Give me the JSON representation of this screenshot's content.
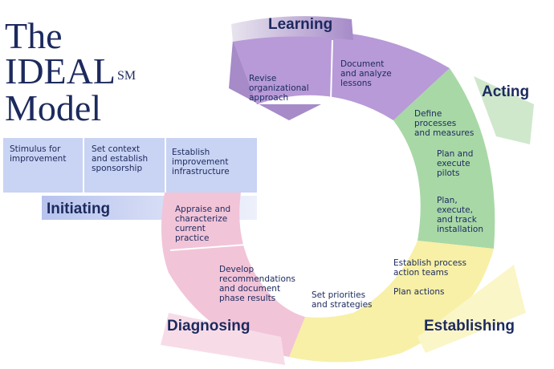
{
  "title": {
    "line1": "The",
    "line2": "IDEAL",
    "mark": "SM",
    "line3": "Model"
  },
  "colors": {
    "learning": "#bfa6da",
    "acting": "#a8d8a6",
    "establishing": "#f7f0a6",
    "diagnosing": "#f2c4d8",
    "initiating": "#c7d2f2",
    "text": "#1c2a5e"
  },
  "phases": {
    "learning": "Learning",
    "acting": "Acting",
    "establishing": "Establishing",
    "diagnosing": "Diagnosing",
    "initiating": "Initiating"
  },
  "steps": {
    "stimulus": "Stimulus for\nimprovement",
    "context": "Set context\nand establish\nsponsorship",
    "infrastructure": "Establish\nimprovement\ninfrastructure",
    "appraise": "Appraise and\ncharacterize\ncurrent\npractice",
    "recommendations": "Develop\nrecommendations\nand document\nphase results",
    "priorities": "Set priorities\nand strategies",
    "teams": "Establish process\naction teams",
    "plan_actions": "Plan actions",
    "define": "Define\nprocesses\nand measures",
    "pilots": "Plan and\nexecute\npilots",
    "install": "Plan,\nexecute,\nand track\ninstallation",
    "revise": "Revise\norganizational\napproach",
    "lessons": "Document\nand analyze\nlessons"
  }
}
